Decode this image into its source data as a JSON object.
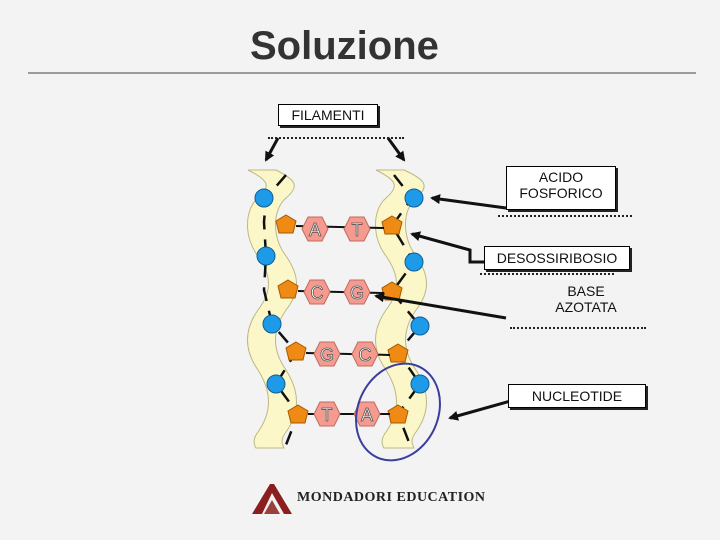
{
  "title": "Soluzione",
  "labels": {
    "filamenti": "FILAMENTI",
    "acido_line1": "ACIDO",
    "acido_line2": "FOSFORICO",
    "desossiribosio": "DESOSSIRIBOSIO",
    "base_line1": "BASE",
    "base_line2": "AZOTATA",
    "nucleotide": "NUCLEOTIDE"
  },
  "base_pairs": [
    {
      "left": "A",
      "right": "T"
    },
    {
      "left": "C",
      "right": "G"
    },
    {
      "left": "G",
      "right": "C"
    },
    {
      "left": "T",
      "right": "A"
    }
  ],
  "logo": {
    "text": "MONDADORI EDUCATION",
    "color": "#8b1e1e"
  },
  "colors": {
    "strand": "#fbf7c8",
    "phosphate": "#1e9be8",
    "sugar": "#ef8a14",
    "base": "#f59a8e",
    "nucleotide_ring": "#3a3f9b"
  }
}
